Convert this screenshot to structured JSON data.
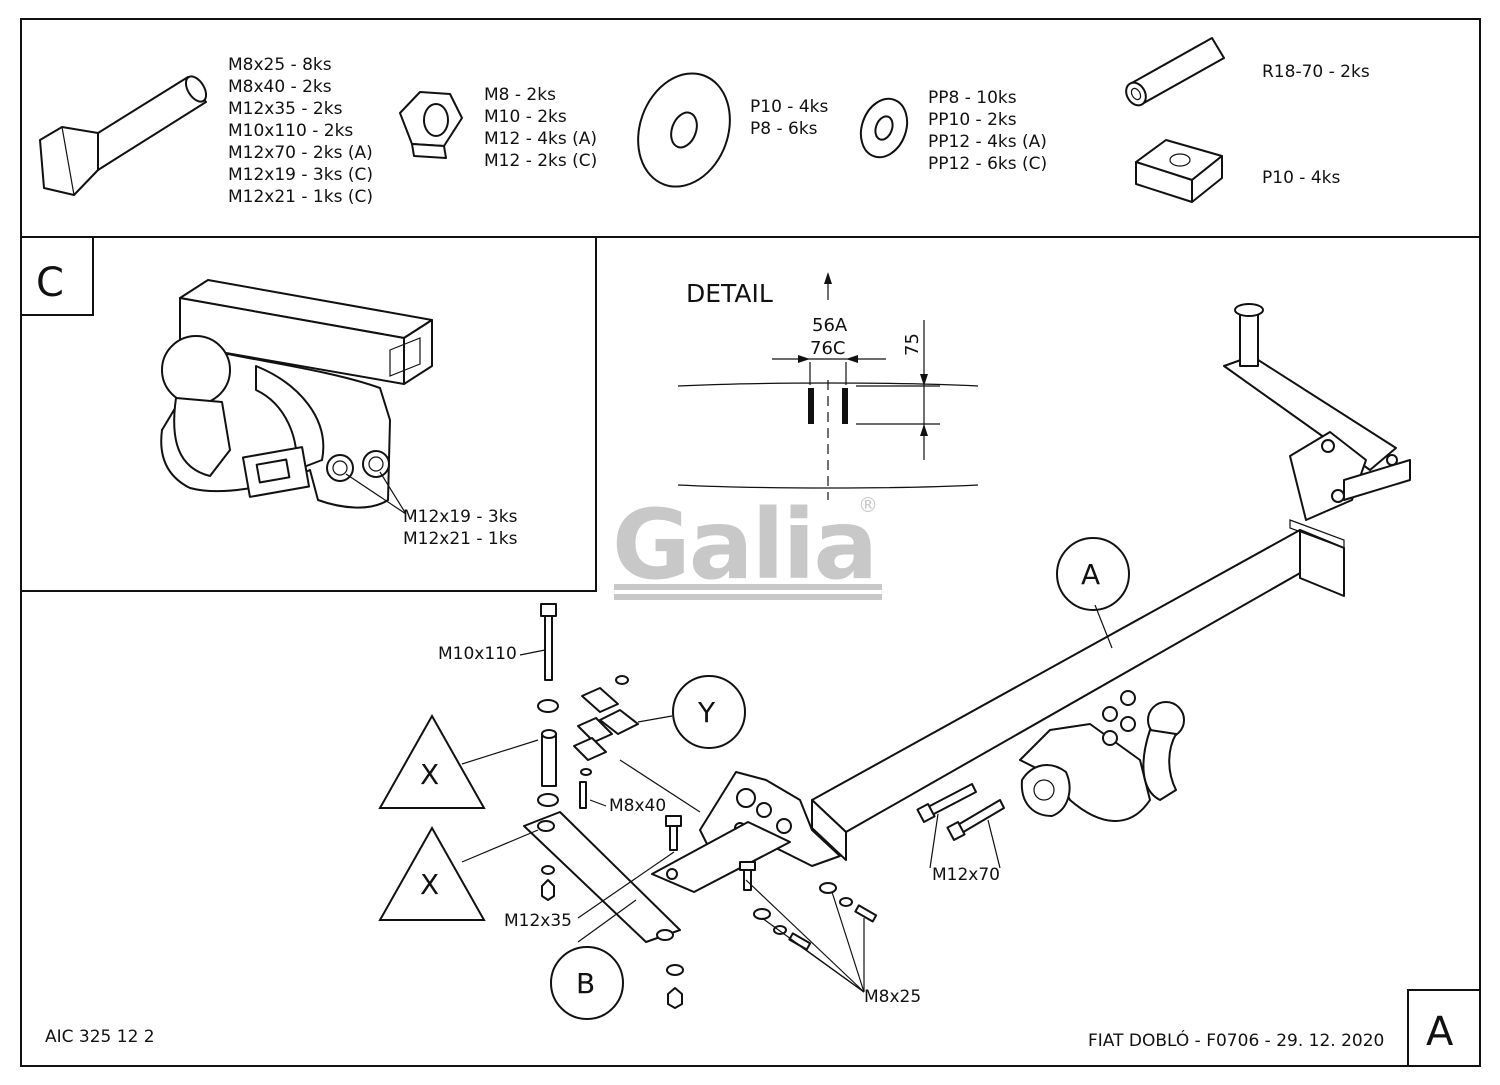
{
  "parts_list": {
    "bolts": [
      "M8x25 - 8ks",
      "M8x40 - 2ks",
      "M12x35 - 2ks",
      "M10x110 - 2ks",
      "M12x70 - 2ks (A)",
      "M12x19 - 3ks (C)",
      "M12x21 - 1ks (C)"
    ],
    "nuts": [
      "M8 - 2ks",
      "M10 - 2ks",
      "M12 - 4ks (A)",
      "M12 - 2ks (C)"
    ],
    "flat_washers": [
      "P10 - 4ks",
      "P8 - 6ks"
    ],
    "spring_washers": [
      "PP8 - 10ks",
      "PP10 - 2ks",
      "PP12 - 4ks (A)",
      "PP12 - 6ks (C)"
    ],
    "spacer_tube": "R18-70 - 2ks",
    "square_plate": "P10 - 4ks"
  },
  "panel_c": {
    "letter": "C",
    "labels": [
      "M12x19 - 3ks",
      "M12x21 - 1ks"
    ]
  },
  "detail": {
    "title": "DETAIL",
    "dim_56a": "56A",
    "dim_76c": "76C",
    "dim_75": "75"
  },
  "logo": {
    "text": "Galia",
    "mark": "®"
  },
  "callouts": {
    "a": "A",
    "b": "B",
    "x1": "X",
    "x2": "X",
    "y": "Y",
    "m10x110": "M10x110",
    "m8x40": "M8x40",
    "m12x35": "M12x35",
    "m12x70": "M12x70",
    "m8x25": "M8x25"
  },
  "footer": {
    "code": "AIC 325 12 2",
    "model": "FIAT DOBLÓ - F0706 - 29. 12. 2020",
    "sheet_letter": "A"
  }
}
